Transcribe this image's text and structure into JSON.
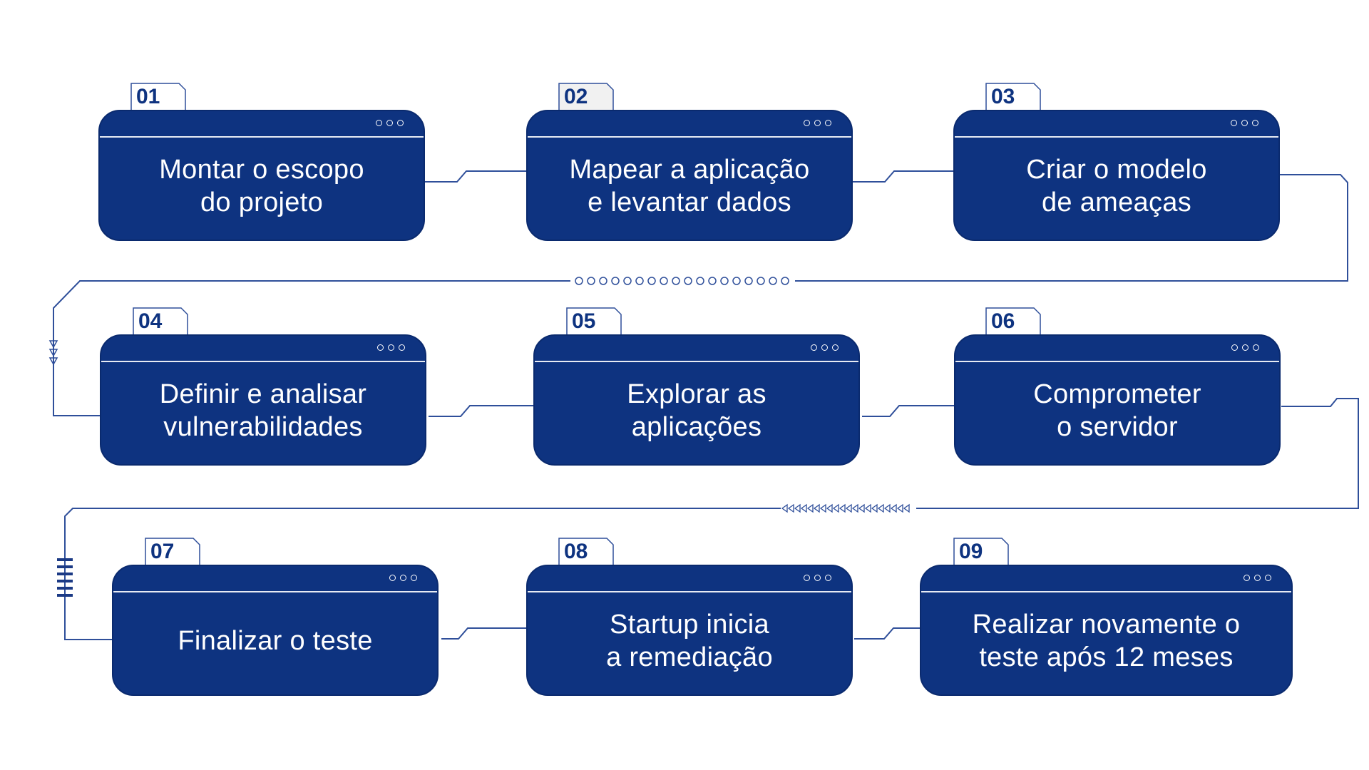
{
  "colors": {
    "card": "#0e3380",
    "line": "#2f4f9a",
    "text": "#ffffff"
  },
  "steps": [
    {
      "number": "01",
      "text": "Montar o escopo\ndo projeto"
    },
    {
      "number": "02",
      "text": "Mapear a aplicação\ne levantar dados"
    },
    {
      "number": "03",
      "text": "Criar o modelo\nde ameaças"
    },
    {
      "number": "04",
      "text": "Definir e analisar\nvulnerabilidades"
    },
    {
      "number": "05",
      "text": "Explorar as\naplicações"
    },
    {
      "number": "06",
      "text": "Comprometer\no servidor"
    },
    {
      "number": "07",
      "text": "Finalizar o teste"
    },
    {
      "number": "08",
      "text": "Startup inicia\na remediação"
    },
    {
      "number": "09",
      "text": "Realizar novamente o\nteste após 12 meses"
    }
  ]
}
